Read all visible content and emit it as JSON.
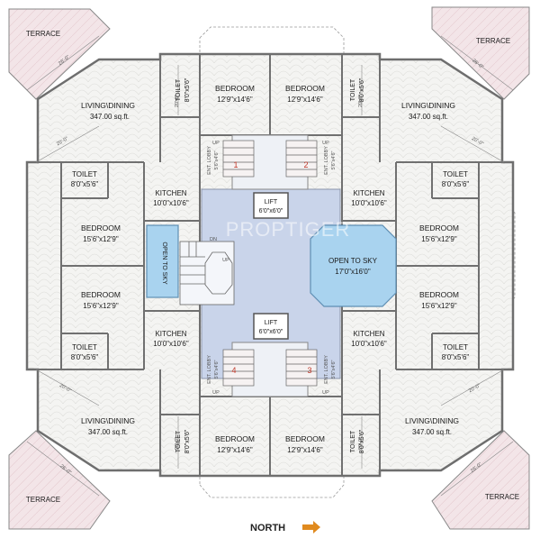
{
  "terrace": "TERRACE",
  "living": {
    "name": "LIVING\\DINING",
    "area": "347.00 sq.ft."
  },
  "bedroom": {
    "name": "BEDROOM"
  },
  "toilet": {
    "name": "TOILET"
  },
  "kitchen": {
    "name": "KITCHEN",
    "size": "10'0\"x10'6\""
  },
  "lift": {
    "name": "LIFT",
    "size": "6'0\"x6'0\""
  },
  "ent_lobby": {
    "name": "ENT. LOBBY",
    "size": "5'6\"x4'6\""
  },
  "open_sky_main": {
    "name": "OPEN TO SKY",
    "size": "17'0\"x16'0\""
  },
  "open_sky_side": {
    "name": "OPEN TO SKY"
  },
  "stairs": {
    "up": "UP",
    "dn": "DN"
  },
  "sizes": {
    "bed_top_left": "12'9\"x14'6\"",
    "bed_top_right": "12'9\"x14'6\"",
    "bed_side": "15'6\"x12'9\"",
    "toilet_v": "8'0\"x5'6\"",
    "toilet_h": "8'0\"x5'6\"",
    "dim_20": "20'-0\"",
    "dim_26": "26'-0\""
  },
  "flat_numbers": [
    "1",
    "2",
    "3",
    "4"
  ],
  "watermark": "PROPTIGER",
  "north": "NORTH",
  "colors": {
    "wall": "#7a7a7a",
    "floor": "#f1f1ef",
    "terrace": "#f2e3e6",
    "lobby": "#c6d2ea",
    "sky": "#a8d4f0",
    "arrow": "#e08a1e"
  }
}
